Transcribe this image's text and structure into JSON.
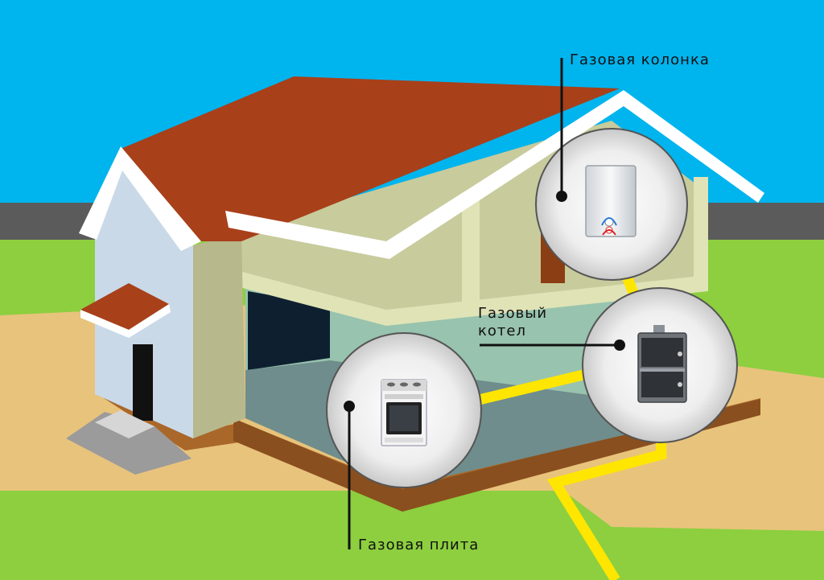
{
  "labels": {
    "water_heater": "Газовая колонка",
    "boiler_line1": "Газовый",
    "boiler_line2": "котел",
    "stove": "Газовая плита"
  },
  "colors": {
    "sky": "#00b4ee",
    "road": "#5b5b5b",
    "grass": "#8dcf3f",
    "ground": "#e8c37c",
    "foundation": "#a9672a",
    "roof": "#a8401a",
    "roof_trim": "#ffffff",
    "wall": "#c9d9e8",
    "interior_wall": "#c8cb9c",
    "floor": "#6f8d8c",
    "gas_pipe": "#ffe600",
    "callout_circle": "#f2f2f2",
    "leader_line": "#111111"
  },
  "icons": [
    "water-heater-icon",
    "boiler-icon",
    "gas-stove-icon"
  ]
}
